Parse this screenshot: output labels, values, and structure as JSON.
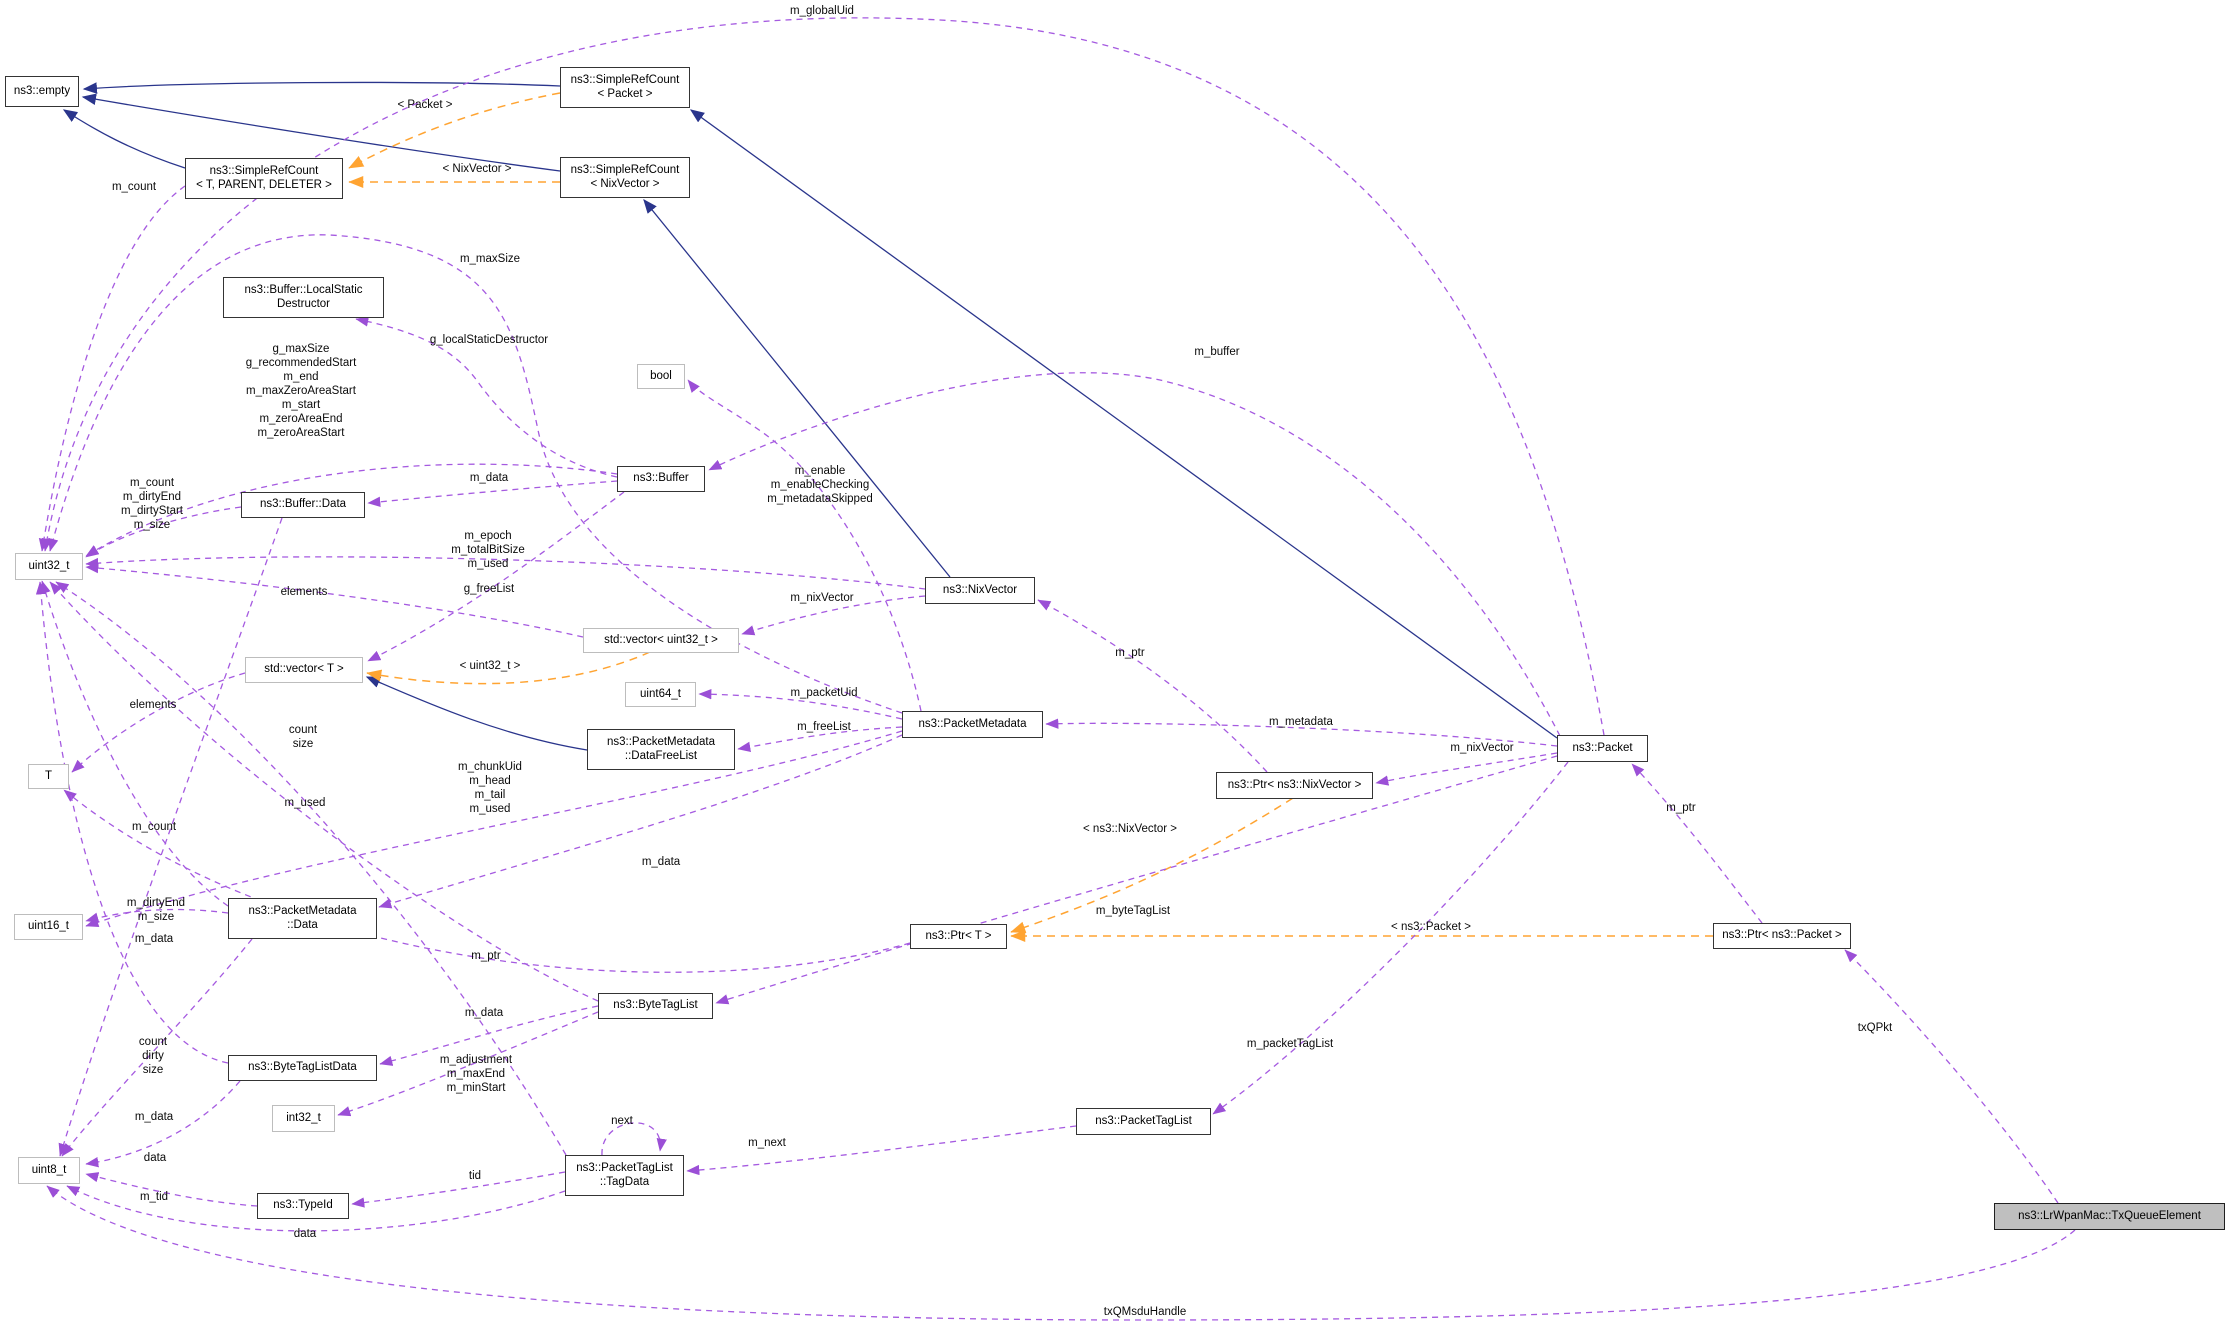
{
  "diagram": {
    "kind": "doxygen-collaboration-graph",
    "focus_class": "ns3::LrWpanMac::TxQueueElement"
  },
  "colors": {
    "member_edge": "#9b4fd6",
    "template_edge": "#ffa432",
    "inheritance_edge": "#2a358c",
    "class_border": "#343434",
    "basic_type_border": "#bdbdbd",
    "focus_fill": "#bfbfbf",
    "background": "#ffffff"
  },
  "nodes": [
    {
      "id": "empty",
      "label": "ns3::empty"
    },
    {
      "id": "simplerefcount-packet",
      "label": "ns3::SimpleRefCount\n< Packet >"
    },
    {
      "id": "simplerefcount-template",
      "label": "ns3::SimpleRefCount\n< T, PARENT, DELETER >"
    },
    {
      "id": "simplerefcount-nixvector",
      "label": "ns3::SimpleRefCount\n< NixVector >"
    },
    {
      "id": "buffer-localstatic-destructor",
      "label": "ns3::Buffer::LocalStatic\nDestructor"
    },
    {
      "id": "bool",
      "label": "bool"
    },
    {
      "id": "buffer",
      "label": "ns3::Buffer"
    },
    {
      "id": "buffer-data",
      "label": "ns3::Buffer::Data"
    },
    {
      "id": "uint32-t",
      "label": "uint32_t"
    },
    {
      "id": "nixvector",
      "label": "ns3::NixVector"
    },
    {
      "id": "std-vector-uint32-t",
      "label": "std::vector< uint32_t >"
    },
    {
      "id": "std-vector-t",
      "label": "std::vector< T >"
    },
    {
      "id": "uint64-t",
      "label": "uint64_t"
    },
    {
      "id": "packetmetadata-datafreelist",
      "label": "ns3::PacketMetadata\n::DataFreeList"
    },
    {
      "id": "packetmetadata",
      "label": "ns3::PacketMetadata"
    },
    {
      "id": "ptr-nixvector",
      "label": "ns3::Ptr< ns3::NixVector >"
    },
    {
      "id": "packet",
      "label": "ns3::Packet"
    },
    {
      "id": "t",
      "label": "T"
    },
    {
      "id": "uint16-t",
      "label": "uint16_t"
    },
    {
      "id": "packetmetadata-data",
      "label": "ns3::PacketMetadata\n::Data"
    },
    {
      "id": "ptr-t",
      "label": "ns3::Ptr< T >"
    },
    {
      "id": "ptr-packet",
      "label": "ns3::Ptr< ns3::Packet >"
    },
    {
      "id": "bytetaglist",
      "label": "ns3::ByteTagList"
    },
    {
      "id": "bytetaglistdata",
      "label": "ns3::ByteTagListData"
    },
    {
      "id": "int32-t",
      "label": "int32_t"
    },
    {
      "id": "packettaglist-tagdata",
      "label": "ns3::PacketTagList\n::TagData"
    },
    {
      "id": "packettaglist",
      "label": "ns3::PacketTagList"
    },
    {
      "id": "lrwpanmac-txqueueelement",
      "label": "ns3::LrWpanMac::TxQueueElement"
    },
    {
      "id": "typeid",
      "label": "ns3::TypeId"
    },
    {
      "id": "uint8-t",
      "label": "uint8_t"
    }
  ],
  "edge_labels": [
    {
      "text": "m_globalUid"
    },
    {
      "text": "< Packet >"
    },
    {
      "text": "< NixVector >"
    },
    {
      "text": "m_count"
    },
    {
      "text": "m_maxSize"
    },
    {
      "text": "g_localStaticDestructor"
    },
    {
      "text": "g_maxSize\ng_recommendedStart\nm_end\nm_maxZeroAreaStart\nm_start\nm_zeroAreaEnd\nm_zeroAreaStart"
    },
    {
      "text": "m_buffer"
    },
    {
      "text": "m_data"
    },
    {
      "text": "m_count\nm_dirtyEnd\nm_dirtyStart\nm_size"
    },
    {
      "text": "m_enable\nm_enableChecking\nm_metadataSkipped"
    },
    {
      "text": "m_epoch\nm_totalBitSize\nm_used"
    },
    {
      "text": "g_freeList"
    },
    {
      "text": "elements"
    },
    {
      "text": "m_nixVector"
    },
    {
      "text": "m_ptr"
    },
    {
      "text": "< uint32_t >"
    },
    {
      "text": "m_packetUid"
    },
    {
      "text": "elements"
    },
    {
      "text": "m_freeList"
    },
    {
      "text": "m_metadata"
    },
    {
      "text": "m_nixVector"
    },
    {
      "text": "count\nsize"
    },
    {
      "text": "m_chunkUid\nm_head\nm_tail\nm_used"
    },
    {
      "text": "< ns3::NixVector >"
    },
    {
      "text": "m_used"
    },
    {
      "text": "m_data"
    },
    {
      "text": "m_count"
    },
    {
      "text": "m_ptr"
    },
    {
      "text": "m_dirtyEnd\nm_size"
    },
    {
      "text": "m_data"
    },
    {
      "text": "m_byteTagList"
    },
    {
      "text": "< ns3::Packet >"
    },
    {
      "text": "m_ptr"
    },
    {
      "text": "m_data"
    },
    {
      "text": "count\ndirty\nsize"
    },
    {
      "text": "m_adjustment\nm_maxEnd\nm_minStart"
    },
    {
      "text": "m_data"
    },
    {
      "text": "next"
    },
    {
      "text": "m_next"
    },
    {
      "text": "m_packetTagList"
    },
    {
      "text": "tid"
    },
    {
      "text": "data"
    },
    {
      "text": "m_tid"
    },
    {
      "text": "data"
    },
    {
      "text": "txQPkt"
    },
    {
      "text": "txQMsduHandle"
    }
  ]
}
